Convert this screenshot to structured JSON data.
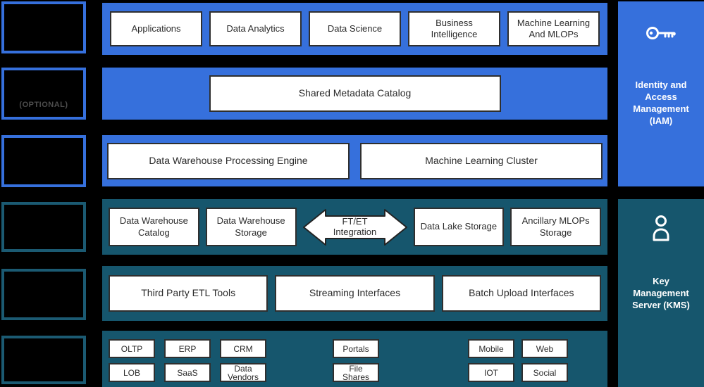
{
  "colors": {
    "blue": "#3670DC",
    "teal": "#16566D",
    "background": "#000000",
    "node_border": "#2f2f2f",
    "node_text": "#2b2b2b",
    "optional_text": "#4d4d4d"
  },
  "left_column": {
    "optional_label": "(OPTIONAL)"
  },
  "app_row": {
    "items": [
      "Applications",
      "Data Analytics",
      "Data Science",
      "Business Intelligence",
      "Machine Learning And MLOPs"
    ]
  },
  "metadata_row": {
    "label": "Shared Metadata Catalog"
  },
  "compute_row": {
    "items": [
      "Data Warehouse Processing Engine",
      "Machine Learning Cluster"
    ]
  },
  "storage_row": {
    "left_items": [
      "Data Warehouse Catalog",
      "Data Warehouse Storage"
    ],
    "arrow_label": "FT/ET Integration",
    "right_items": [
      "Data Lake Storage",
      "Ancillary MLOPs Storage"
    ]
  },
  "ingest_row": {
    "items": [
      "Third Party ETL Tools",
      "Streaming Interfaces",
      "Batch Upload Interfaces"
    ]
  },
  "sources_row": {
    "group1": {
      "top": [
        "OLTP",
        "ERP",
        "CRM"
      ],
      "bottom": [
        "LOB",
        "SaaS",
        "Data Vendors"
      ]
    },
    "group2": {
      "top": [
        "Portals"
      ],
      "bottom": [
        "File Shares"
      ]
    },
    "group3": {
      "top": [
        "Mobile",
        "Web"
      ],
      "bottom": [
        "IOT",
        "Social"
      ]
    }
  },
  "side_panels": {
    "iam": {
      "label": "Identity and Access Management (IAM)",
      "icon": "key-icon"
    },
    "kms": {
      "label": "Key Management Server (KMS)",
      "icon": "person-icon"
    }
  }
}
